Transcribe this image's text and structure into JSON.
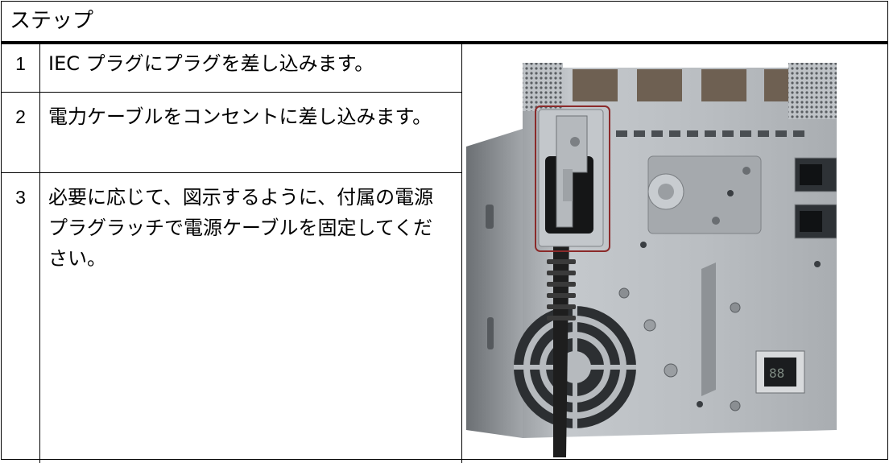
{
  "header": {
    "title": "ステップ"
  },
  "steps": [
    {
      "number": "1",
      "text": "IEC プラグにプラグを差し込みます。"
    },
    {
      "number": "2",
      "text": "電力ケーブルをコンセントに差し込みます。"
    },
    {
      "number": "3",
      "text": "必要に応じて、図示するように、付属の電源プラグラッチで電源ケーブルを固定してください。"
    }
  ],
  "colors": {
    "border": "#000000",
    "highlight_box": "#8b2a2a",
    "chassis": "#b8bcc0",
    "cable": "#1e1e1e"
  },
  "illustration": {
    "icon": "pc-rear-power-cable-latch-photo"
  }
}
